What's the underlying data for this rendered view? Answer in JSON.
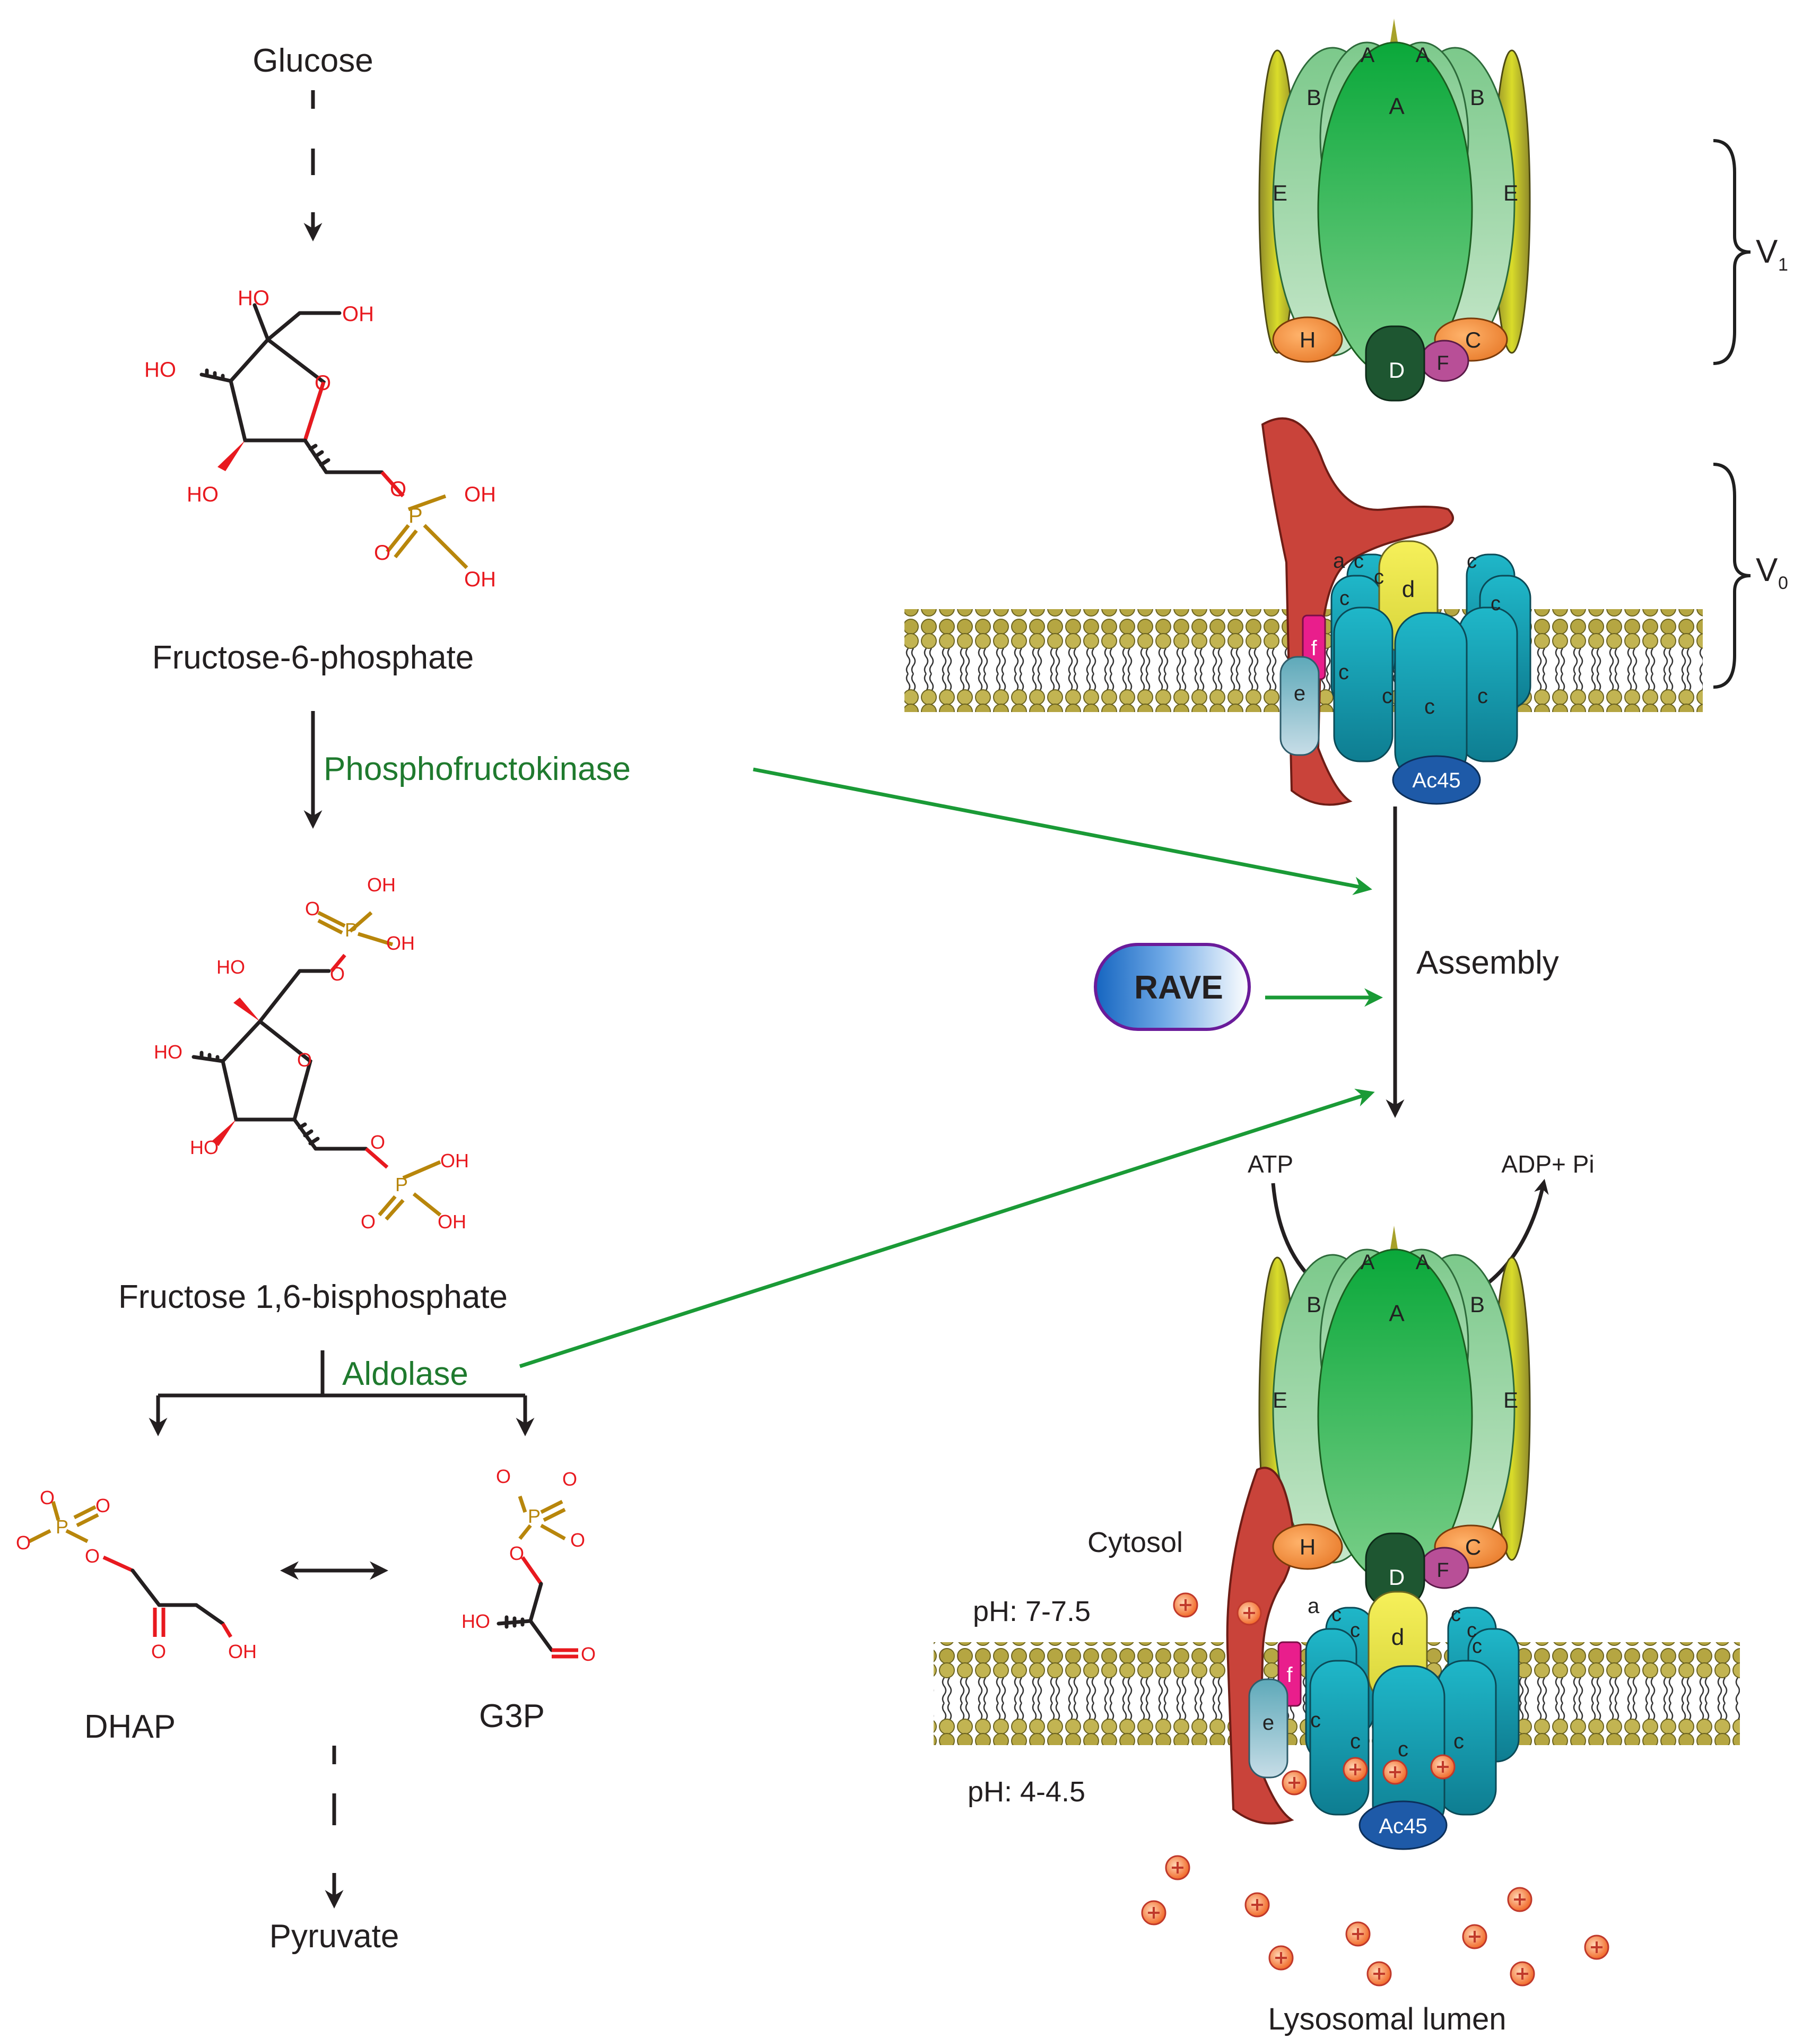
{
  "pathway": {
    "glucose": "Glucose",
    "f6p": "Fructose-6-phosphate",
    "pfk": "Phosphofructokinase",
    "f16bp": "Fructose 1,6-bisphosphate",
    "aldolase": "Aldolase",
    "dhap": "DHAP",
    "g3p": "G3P",
    "pyruvate": "Pyruvate"
  },
  "chem": {
    "oh": "OH",
    "ho": "HO",
    "o": "O",
    "p": "P"
  },
  "vatpase": {
    "v1_main": "V",
    "v1_sub": "1",
    "v0_main": "V",
    "v0_sub": "0",
    "assembly": "Assembly",
    "rave": "RAVE",
    "atp": "ATP",
    "adp": "ADP+ Pi",
    "cytosol": "Cytosol",
    "ph_cyto": "pH: 7-7.5",
    "ph_lumen": "pH: 4-4.5",
    "lumen": "Lysosomal lumen",
    "ac45": "Ac45",
    "sub_A": "A",
    "sub_B": "B",
    "sub_E": "E",
    "sub_H": "H",
    "sub_C": "C",
    "sub_D": "D",
    "sub_F": "F",
    "sub_a": "a",
    "sub_c": "c",
    "sub_d": "d",
    "sub_e": "e",
    "sub_f": "f"
  },
  "colors": {
    "black": "#231f20",
    "chem_red": "#e8191f",
    "phosphorus": "#b8860b",
    "enzyme_green": "#1f7a2e",
    "arrow_green": "#1a9a36",
    "rave_blue": "#1565c0",
    "rave_border": "#6a1b9a",
    "proton": "#e85a2a",
    "lipid_head": "#b5a642"
  }
}
